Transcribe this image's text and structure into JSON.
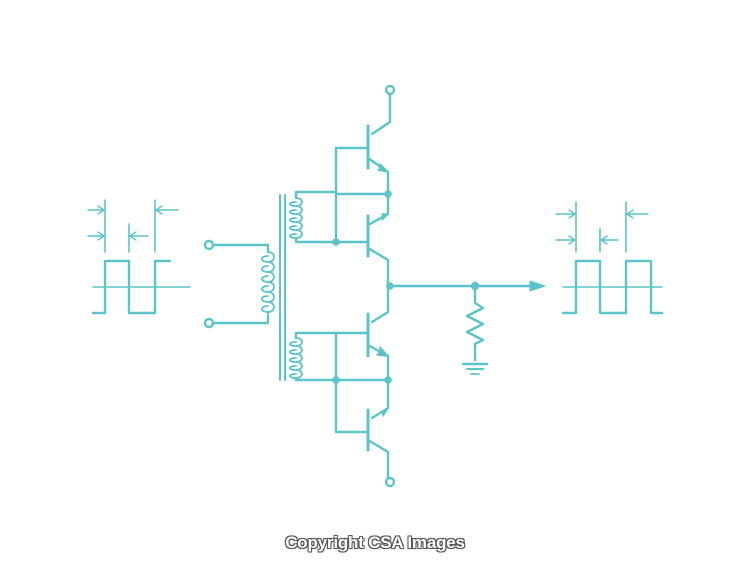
{
  "diagram": {
    "line_color": "#5bc4c8",
    "components": [
      "input-waveform",
      "transformer",
      "transistor-stack",
      "load-resistor",
      "ground",
      "output-waveform"
    ]
  },
  "watermark": {
    "text": "Copyright CSA Images"
  }
}
